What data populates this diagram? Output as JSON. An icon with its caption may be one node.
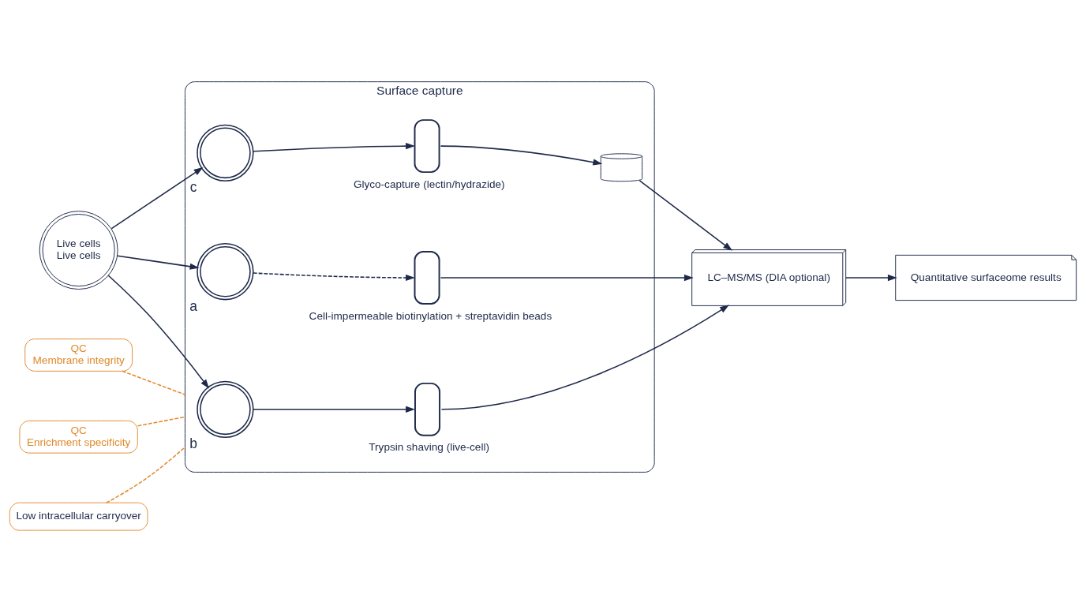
{
  "diagram": {
    "nodes": [
      {
        "text": [
          "Live cells",
          "Live cells"
        ]
      },
      {
        "text": [
          "Surface capture"
        ]
      },
      {
        "text": [],
        "shape": "circle",
        "in": 1,
        "beside": [
          "a"
        ]
      },
      {
        "text": [],
        "shape": "cylinder",
        "in": 1,
        "beside": [
          "Cell-impermeable biotinylation + streptavidin beads"
        ]
      },
      {
        "text": [],
        "shape": "circle",
        "in": 1,
        "beside": [
          "b"
        ]
      },
      {
        "text": [],
        "shape": "cylinder",
        "in": 1,
        "beside": [
          "Trypsin shaving (live-cell)"
        ]
      },
      {
        "text": [],
        "shape": "circle",
        "in": 1,
        "beside": [
          "c"
        ]
      },
      {
        "text": [],
        "shape": "cylinder",
        "in": 1,
        "beside": [
          "Glyco-capture (lectin/hydrazide)"
        ]
      },
      {
        "text": [],
        "shape": "cylinder",
        "in": 1
      },
      {
        "text": [
          "LC–MS/MS (DIA optional)"
        ]
      },
      {
        "text": [
          "Quantitative surfaceome results"
        ]
      },
      {
        "text": [
          "QC",
          "Membrane integrity"
        ]
      },
      {
        "text": [
          "QC",
          "Enrichment specificity"
        ]
      },
      {
        "text": [
          "Low intracellular carryover"
        ]
      }
    ],
    "edges": [
      {
        "from": 0,
        "to": 2,
        "arrow": "to"
      },
      {
        "from": 0,
        "to": 4,
        "arrow": "to"
      },
      {
        "from": 0,
        "to": 6,
        "arrow": "to"
      },
      {
        "from": 2,
        "to": 3,
        "arrow": "to",
        "style": "dashed"
      },
      {
        "from": 4,
        "to": 5,
        "arrow": "to"
      },
      {
        "from": 6,
        "to": 7,
        "arrow": "to"
      },
      {
        "from": 7,
        "to": 8,
        "arrow": "to"
      },
      {
        "from": 3,
        "to": 9,
        "arrow": "to"
      },
      {
        "from": 5,
        "to": 9,
        "arrow": "to"
      },
      {
        "from": 8,
        "to": 9,
        "arrow": "to"
      },
      {
        "from": 9,
        "to": 10,
        "arrow": "to"
      },
      {
        "from": 11,
        "to": 1,
        "arrow": "none",
        "style": "dashed",
        "color": "#e08a2c"
      },
      {
        "from": 12,
        "to": 1,
        "arrow": "none",
        "style": "dashed",
        "color": "#e08a2c"
      },
      {
        "from": 13,
        "to": 1,
        "arrow": "none",
        "style": "dashed",
        "color": "#e08a2c"
      }
    ]
  }
}
